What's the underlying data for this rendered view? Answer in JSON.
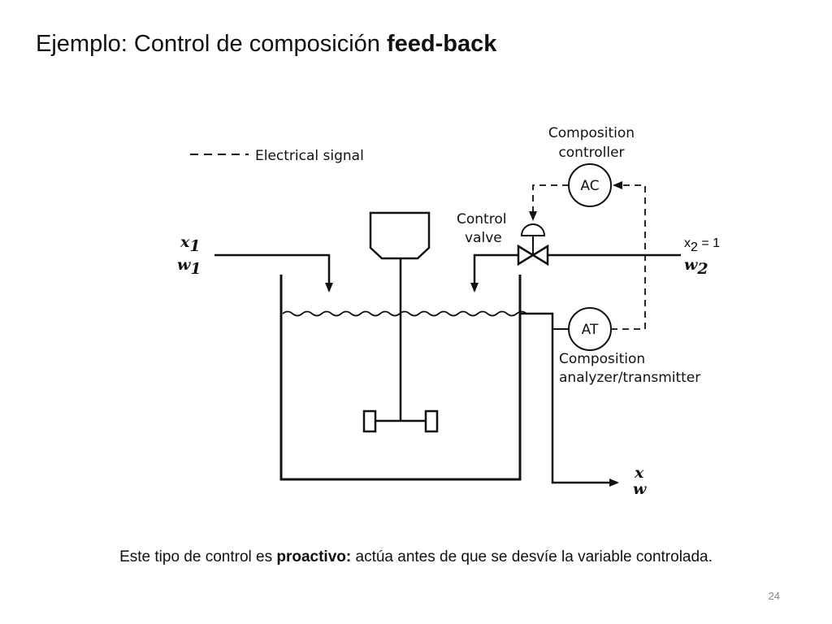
{
  "slide": {
    "title_normal": "Ejemplo: Control de composición ",
    "title_bold": "feed-back",
    "caption_pre": "Este tipo de control es ",
    "caption_bold": "proactivo:",
    "caption_post": " actúa antes de que se desvíe la variable controlada.",
    "page_number": "24"
  },
  "diagram": {
    "legend_label": "Electrical signal",
    "controller_label_line1": "Composition",
    "controller_label_line2": "controller",
    "controller_tag": "AC",
    "valve_label_line1": "Control",
    "valve_label_line2": "valve",
    "analyzer_tag": "AT",
    "analyzer_label_line1": "Composition",
    "analyzer_label_line2": "analyzer/transmitter",
    "feed1_x": "x",
    "feed1_x_sub": "1",
    "feed1_w": "w",
    "feed1_w_sub": "1",
    "feed2_x": "x",
    "feed2_x_sub": "2",
    "feed2_eq": " = 1",
    "feed2_w": "w",
    "feed2_w_sub": "2",
    "outlet_x": "x",
    "outlet_w": "w"
  }
}
